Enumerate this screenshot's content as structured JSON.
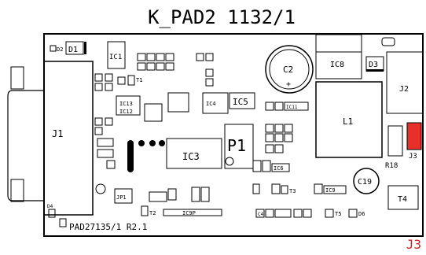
{
  "title": "K_PAD2 1132/1",
  "board_footer": "PAD27135/1 R2.1",
  "corner_label": "J3",
  "colors": {
    "stroke": "#000000",
    "highlight": "#e8302a",
    "label_red": "#d41f1f",
    "background": "#ffffff"
  },
  "components": {
    "j1": "J1",
    "j2": "J2",
    "j3": "J3",
    "d1": "D1",
    "d2": "D2",
    "d3": "D3",
    "d4": "D4",
    "d6": "D6",
    "ic1": "IC1",
    "ic3": "IC3",
    "ic4": "IC4",
    "ic5": "IC5",
    "ic6": "IC6",
    "ic8": "IC8",
    "ic9": "IC9",
    "ic11": "IC11",
    "ic12": "IC12",
    "ic13": "IC13",
    "ic9p": "IC9P",
    "c2": "C2",
    "c19": "C19",
    "c4": "C4",
    "l1": "L1",
    "p1": "P1",
    "t1": "T1",
    "t2": "T2",
    "t3": "T3",
    "t4": "T4",
    "t5": "T5",
    "r18": "R18",
    "jp1": "JP1"
  }
}
